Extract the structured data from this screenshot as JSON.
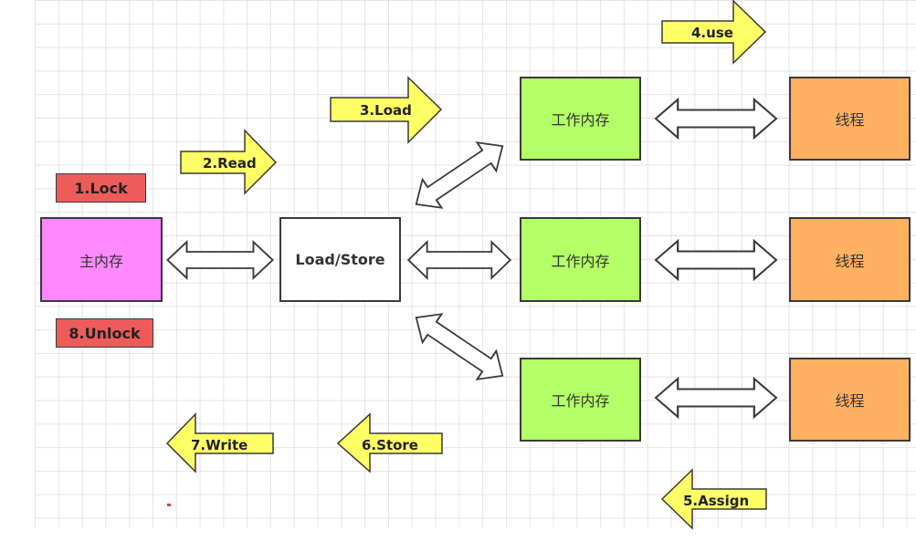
{
  "nodes": {
    "main_memory": "主内存",
    "load_store": "Load/Store",
    "work_memory": [
      "工作内存",
      "工作内存",
      "工作内存"
    ],
    "thread": [
      "线程",
      "线程",
      "线程"
    ]
  },
  "steps": {
    "lock": "1.Lock",
    "read": "2.Read",
    "load": "3.Load",
    "use": "4.use",
    "assign": "5.Assign",
    "store": "6.Store",
    "write": "7.Write",
    "unlock": "8.Unlock"
  },
  "colors": {
    "main_memory": "#ff88ff",
    "load_store": "#ffffff",
    "work_memory": "#b3ff66",
    "thread": "#ffb061",
    "step_arrow": "#ffff66",
    "lock_label": "#ee5b5b"
  }
}
